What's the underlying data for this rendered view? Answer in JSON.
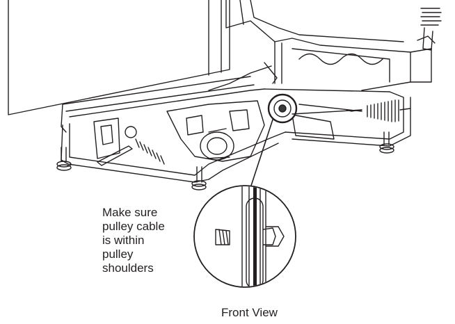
{
  "callout": {
    "lines": [
      "Make sure",
      "pulley cable",
      "is within",
      "pulley",
      "shoulders"
    ]
  },
  "caption": "Front View",
  "colors": {
    "line": "#231f20",
    "fill": "#ffffff",
    "shade": "#3a3a3a"
  }
}
